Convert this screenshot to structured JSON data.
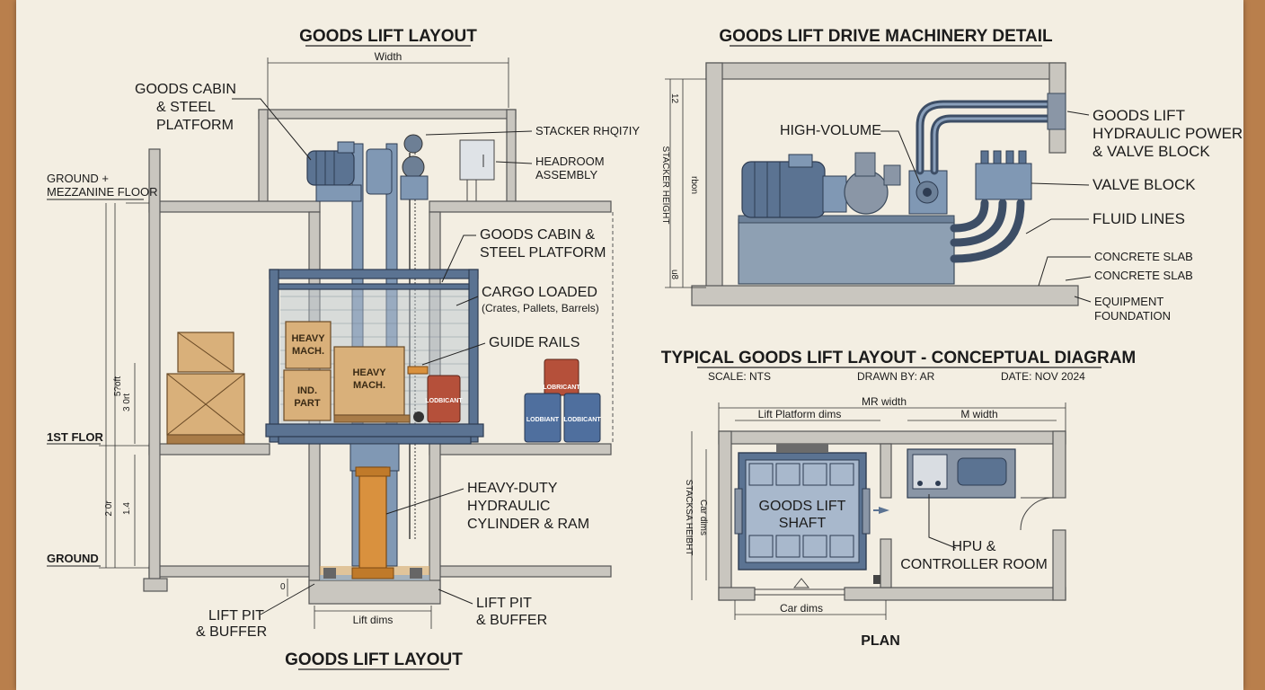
{
  "left": {
    "title": "GOODS LIFT LAYOUT",
    "bottom_title": "GOODS LIFT LAYOUT",
    "width_dim": "Width",
    "lift_dims": "Lift dims",
    "labels": {
      "cabin_top_1": "GOODS CABIN",
      "cabin_top_2": "& STEEL",
      "cabin_top_3": "PLATFORM",
      "stacker": "STACKER RHQI7IY",
      "headroom_1": "HEADROOM",
      "headroom_2": "ASSEMBLY",
      "ground_mezz_1": "GROUND +",
      "ground_mezz_2": "MEZZANINE FLOOR",
      "first_floor": "1ST FLOR",
      "ground": "GROUND",
      "cabin_mid_1": "GOODS CABIN &",
      "cabin_mid_2": "STEEL PLATFORM",
      "cargo_1": "CARGO LOADED",
      "cargo_2": "(Crates, Pallets, Barrels)",
      "guide_rails": "GUIDE RAILS",
      "cyl_1": "HEAVY-DUTY",
      "cyl_2": "HYDRAULIC",
      "cyl_3": "CYLINDER & RAM",
      "pit_left_1": "LIFT PIT",
      "pit_left_2": "& BUFFER",
      "pit_right_1": "LIFT PIT",
      "pit_right_2": "& BUFFER"
    },
    "dim_texts": {
      "d1": "5?oft",
      "d2": "3 0rt",
      "d3": "2 0r",
      "d4": "1.4",
      "d5": "0"
    },
    "crates": {
      "heavy1_1": "HEAVY",
      "heavy1_2": "MACH.",
      "ind_1": "IND.",
      "ind_2": "PART",
      "heavy2_1": "HEAVY",
      "heavy2_2": "MACH."
    },
    "drums": {
      "cab": "LODBICANT",
      "d1": "LOBRICANT",
      "d2": "LODBIANT",
      "d3": "LODBICANT"
    }
  },
  "machinery": {
    "title": "GOODS LIFT DRIVE MACHINERY DETAIL",
    "high_volume": "HIGH-VOLUME",
    "power_1": "GOODS LIFT",
    "power_2": "HYDRAULIC POWER",
    "power_3": "& VALVE BLOCK",
    "valve_block": "VALVE BLOCK",
    "fluid_lines": "FLUID LINES",
    "slab_1": "CONCRETE SLAB",
    "slab_2": "CONCRETE SLAB",
    "foundation_1": "EQUIPMENT",
    "foundation_2": "FOUNDATION",
    "stacker_height": "STACKER HEIGHT",
    "dim_small": "rbon",
    "dim_top": "12",
    "dim_bot": "u8"
  },
  "plan": {
    "title": "TYPICAL GOODS LIFT LAYOUT - CONCEPTUAL DIAGRAM",
    "scale": "SCALE: NTS",
    "drawn_by": "DRAWN BY: AR",
    "date": "DATE: NOV 2024",
    "mr_width": "MR width",
    "platform_dims": "Lift Platform dims",
    "m_width": "M width",
    "shaft_1": "GOODS LIFT",
    "shaft_2": "SHAFT",
    "hpu_1": "HPU &",
    "hpu_2": "CONTROLLER ROOM",
    "car_dims": "Car dims",
    "stacker_height": "STACKSA HEIBHT",
    "car_dim_v": "Car dims",
    "plan_label": "PLAN"
  }
}
